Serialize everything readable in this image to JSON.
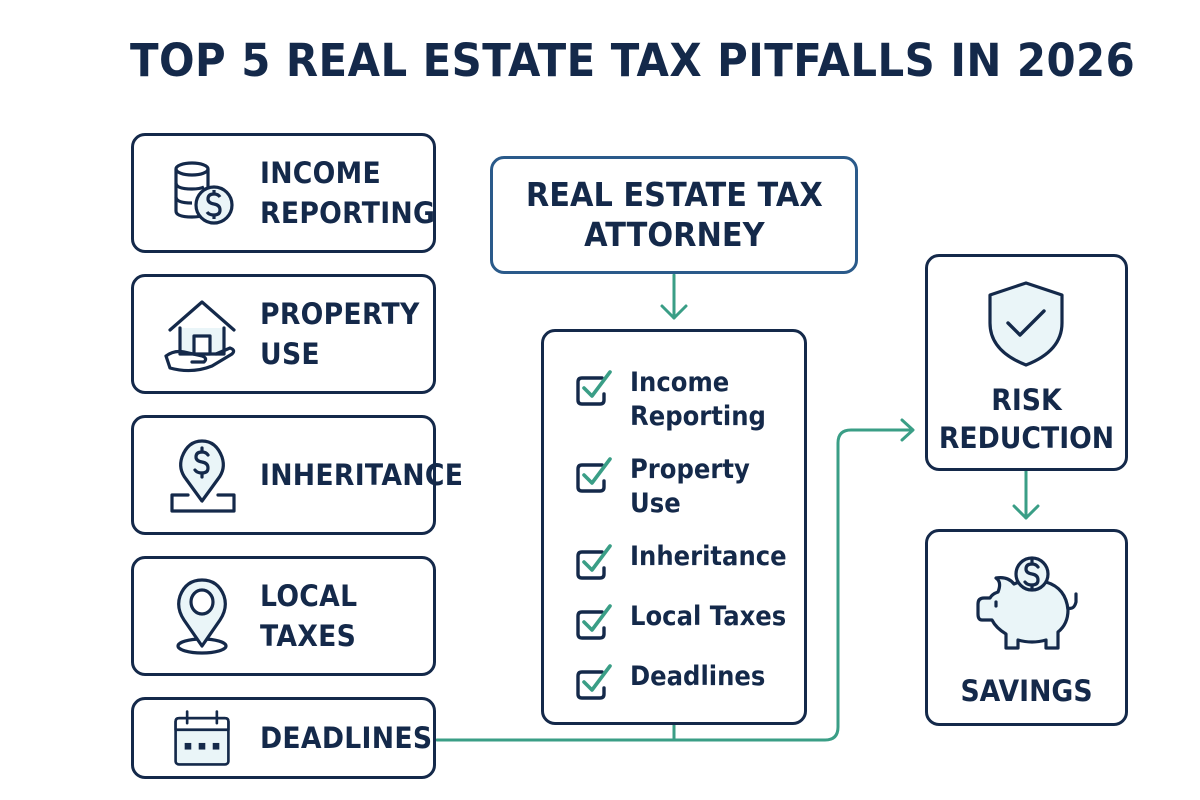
{
  "title": "TOP 5 REAL ESTATE TAX PITFALLS IN 2026",
  "colors": {
    "navy": "#14294a",
    "attorney_border": "#2a5a8a",
    "connector_green": "#3a9e86",
    "icon_fill": "#eaf5f8",
    "background": "#ffffff"
  },
  "pitfalls": [
    {
      "line1": "INCOME",
      "line2": "REPORTING",
      "icon": "coins-dollar-icon"
    },
    {
      "line1": "PROPERTY",
      "line2": "USE",
      "icon": "house-in-hand-icon"
    },
    {
      "line1": "INHERITANCE",
      "line2": "",
      "icon": "dollar-pin-icon"
    },
    {
      "line1": "LOCAL",
      "line2": "TAXES",
      "icon": "location-pin-icon"
    },
    {
      "line1": "DEADLINES",
      "line2": "",
      "icon": "calendar-icon"
    }
  ],
  "attorney": {
    "line1": "REAL ESTATE TAX",
    "line2": "ATTORNEY"
  },
  "checklist": [
    {
      "line1": "Income",
      "line2": "Reporting"
    },
    {
      "line1": "Property",
      "line2": "Use"
    },
    {
      "line1": "Inheritance",
      "line2": ""
    },
    {
      "line1": "Local Taxes",
      "line2": ""
    },
    {
      "line1": "Deadlines",
      "line2": ""
    }
  ],
  "outcomes": {
    "risk": {
      "line1": "RISK",
      "line2": "REDUCTION",
      "icon": "shield-check-icon"
    },
    "savings": {
      "line1": "SAVINGS",
      "icon": "piggy-bank-icon"
    }
  }
}
